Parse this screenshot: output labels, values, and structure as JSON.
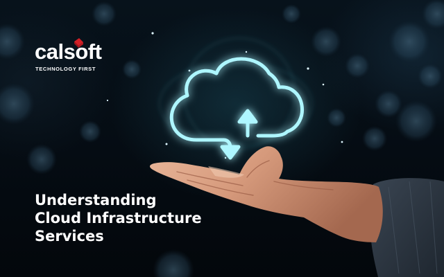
{
  "brand": {
    "name": "calsoft",
    "tagline": "TECHNOLOGY FIRST"
  },
  "headline": {
    "lines": [
      "Understanding",
      "Cloud Infrastructure",
      "Services"
    ]
  },
  "icons": [
    "cloud-sync-icon",
    "logo-mark-icon"
  ],
  "colors": {
    "background": "#050b12",
    "glow": "#6fe8f5",
    "brand_red": "#d32027",
    "text": "#ffffff"
  }
}
